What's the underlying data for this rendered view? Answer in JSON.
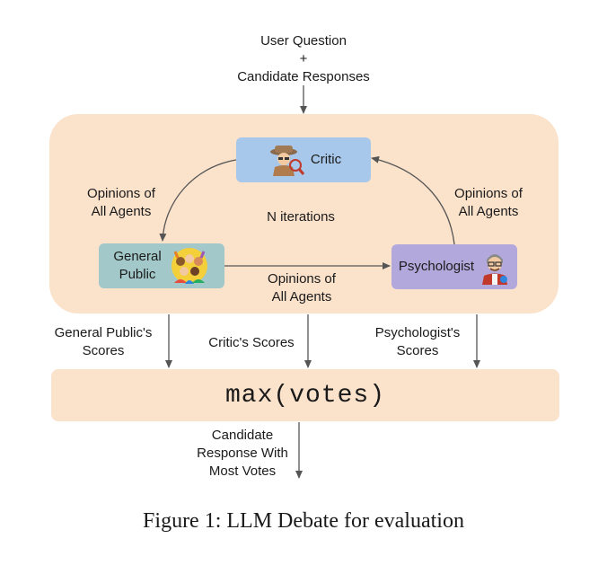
{
  "input": {
    "label": "User Question\n+\nCandidate Responses"
  },
  "agents": {
    "critic": {
      "label": "Critic",
      "icon": "detective-icon",
      "color": "#a7c8ea"
    },
    "general_public": {
      "label": "General\nPublic",
      "icon": "crowd-icon",
      "color": "#a3c8c9"
    },
    "psychologist": {
      "label": "Psychologist",
      "icon": "psychologist-icon",
      "color": "#b3a8dc"
    }
  },
  "edges": {
    "critic_to_public": "Opinions of\nAll Agents",
    "psych_to_critic": "Opinions of\nAll Agents",
    "public_to_psych": "Opinions of\nAll Agents",
    "iterations": "N iterations"
  },
  "scores": {
    "general_public": "General Public's\nScores",
    "critic": "Critic's Scores",
    "psychologist": "Psychologist's\nScores"
  },
  "aggregate": {
    "label": "max(votes)"
  },
  "output": {
    "label": "Candidate\nResponse With\nMost Votes"
  },
  "caption": {
    "prefix": "Figure 1:",
    "text": "LLM Debate for evaluation"
  },
  "colors": {
    "panel": "#fbe2cb",
    "arrow": "#555555"
  }
}
